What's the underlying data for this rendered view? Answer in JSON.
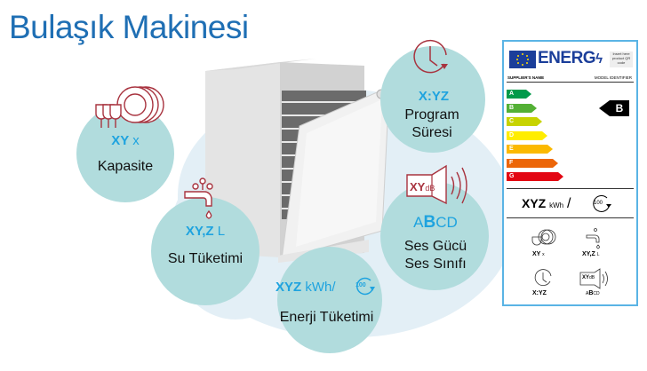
{
  "title": "Bulaşık Makinesi",
  "features": {
    "capacity": {
      "value": "XY",
      "unit": "x",
      "label": "Kapasite"
    },
    "water": {
      "value": "XY,Z",
      "unit": "L",
      "label": "Su Tüketimi"
    },
    "energy": {
      "value": "XYZ",
      "unit": "kWh/",
      "cycle": "100",
      "label": "Enerji Tüketimi"
    },
    "program": {
      "value": "X:YZ",
      "label_line1": "Program",
      "label_line2": "Süresi"
    },
    "noise": {
      "icon_value": "XY",
      "icon_unit": "dB",
      "class_a": "A",
      "class_b": "B",
      "class_cd": "CD",
      "label_line1": "Ses Gücü",
      "label_line2": "Ses Sınıfı"
    }
  },
  "energy_label": {
    "brand": "ENERG",
    "qr_text": "Insert here product QR code",
    "supplier": "SUPPLIER'S NAME",
    "model": "MODEL IDENTIFIER",
    "classes": [
      "A",
      "B",
      "C",
      "D",
      "E",
      "F",
      "G"
    ],
    "class_colors": [
      "#009a4a",
      "#53b035",
      "#c7d300",
      "#ffed00",
      "#fbb900",
      "#ec6608",
      "#e30613"
    ],
    "rating": "B",
    "consumption_value": "XYZ",
    "consumption_unit": "kWh",
    "cycles": "100",
    "capacity": {
      "value": "XY",
      "unit": "x"
    },
    "water": {
      "value": "XY,Z",
      "unit": "L"
    },
    "duration": "X:YZ",
    "noise": {
      "icon": "XY",
      "icon_unit": "dB",
      "a": "A",
      "b": "B",
      "cd": "CD"
    }
  },
  "colors": {
    "title": "#1f6fb4",
    "value": "#1ea3df",
    "icon": "#a8333f",
    "circle": "#b1dcdd",
    "blob": "#e3eff6",
    "label_border": "#5ab4e5"
  }
}
